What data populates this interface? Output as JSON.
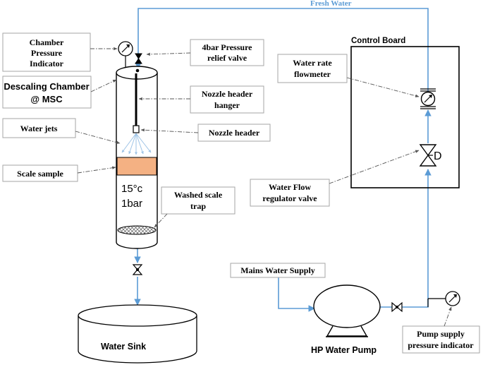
{
  "labels": {
    "fresh_water": "Fresh Water",
    "control_board": "Control Board",
    "chamber_pressure_indicator": [
      "Chamber",
      "Pressure",
      "Indicator"
    ],
    "relief_valve": [
      "4bar Pressure",
      "relief valve"
    ],
    "descaling_chamber": [
      "Descaling Chamber",
      "@ MSC"
    ],
    "nozzle_header_hanger": [
      "Nozzle header",
      "hanger"
    ],
    "water_jets": "Water jets",
    "nozzle_header": "Nozzle header",
    "scale_sample": "Scale sample",
    "temperature": "15°c",
    "pressure": "1bar",
    "washed_scale_trap": [
      "Washed scale",
      "trap"
    ],
    "water_rate_flowmeter": [
      "Water rate",
      "flowmeter"
    ],
    "flow_regulator_valve": [
      "Water Flow",
      "regulator valve"
    ],
    "regulator_symbol": "D",
    "mains_water_supply": "Mains Water Supply",
    "hp_water_pump": "HP Water Pump",
    "pump_pressure_indicator": [
      "Pump supply",
      "pressure indicator"
    ],
    "water_sink": "Water Sink"
  },
  "colors": {
    "pipe": "#5b9bd5",
    "scale_sample": "#f4b183",
    "box_border": "#a6a6a6",
    "leader": "#555555"
  }
}
